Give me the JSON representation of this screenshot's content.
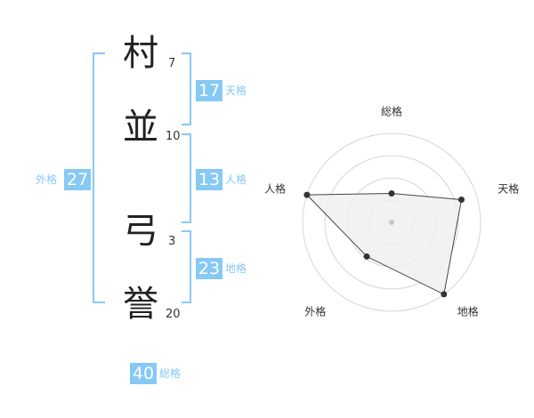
{
  "colors": {
    "badge": "#86c9f5",
    "bracket": "#86c9f5",
    "label": "#86c9f5",
    "radar_fill": "#efefef",
    "radar_line": "#444444",
    "grid": "#d6d6d6"
  },
  "name": {
    "chars": [
      {
        "char": "村",
        "strokes": "7"
      },
      {
        "char": "並",
        "strokes": "10"
      },
      {
        "char": "弓",
        "strokes": "3"
      },
      {
        "char": "誉",
        "strokes": "20"
      }
    ]
  },
  "fortunes": {
    "tenkaku": {
      "value": "17",
      "label": "天格"
    },
    "jinkaku": {
      "value": "13",
      "label": "人格"
    },
    "chikaku": {
      "value": "23",
      "label": "地格"
    },
    "gaikaku": {
      "value": "27",
      "label": "外格"
    },
    "soukaku": {
      "value": "40",
      "label": "総格"
    }
  },
  "chart_data": {
    "type": "radar",
    "axes": [
      "総格",
      "天格",
      "地格",
      "外格",
      "人格"
    ],
    "range": [
      0,
      4
    ],
    "rings": 4,
    "values": [
      1.3,
      3.3,
      4.0,
      1.9,
      4.0
    ]
  }
}
